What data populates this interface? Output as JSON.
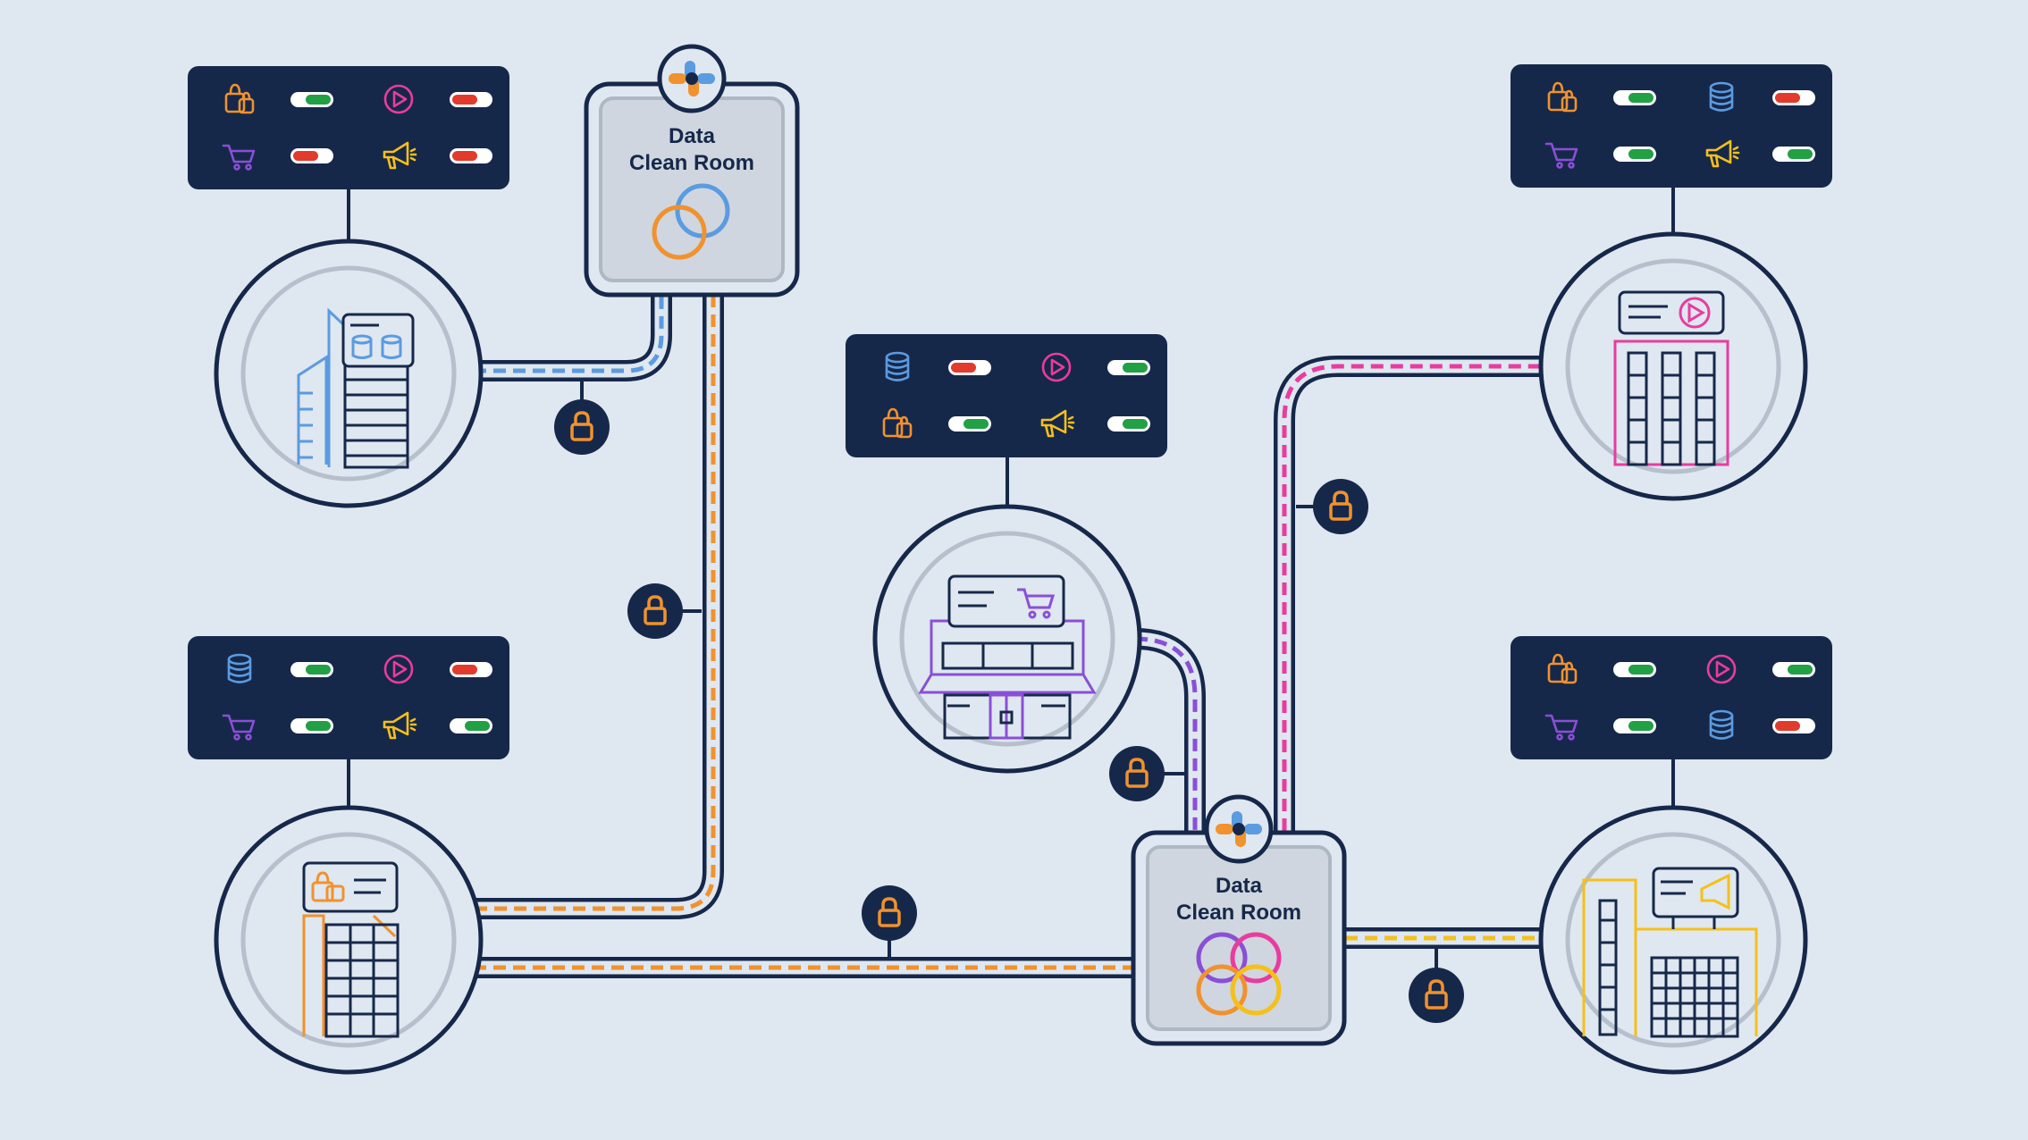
{
  "colors": {
    "background": "#dfe7f0",
    "navy": "#16284a",
    "blue": "#5b9be0",
    "orange": "#f0922e",
    "pink": "#e83c9f",
    "purple": "#8a4fd6",
    "yellow": "#f5c019",
    "toggle_on": "#21a044",
    "toggle_off": "#e23a2c"
  },
  "clean_rooms": [
    {
      "id": "room-top",
      "line1": "Data",
      "line2": "Clean Room"
    },
    {
      "id": "room-bottom",
      "line1": "Data",
      "line2": "Clean Room"
    }
  ],
  "panels": [
    {
      "id": "panel-top-left",
      "rows": [
        [
          {
            "icon": "shopping-bag-icon",
            "toggle": "on"
          },
          {
            "icon": "play-icon",
            "toggle": "off"
          }
        ],
        [
          {
            "icon": "cart-icon",
            "toggle": "off"
          },
          {
            "icon": "megaphone-icon",
            "toggle": "off"
          }
        ]
      ]
    },
    {
      "id": "panel-bottom-left",
      "rows": [
        [
          {
            "icon": "database-icon",
            "toggle": "on"
          },
          {
            "icon": "play-icon",
            "toggle": "off"
          }
        ],
        [
          {
            "icon": "cart-icon",
            "toggle": "on"
          },
          {
            "icon": "megaphone-icon",
            "toggle": "on"
          }
        ]
      ]
    },
    {
      "id": "panel-center",
      "rows": [
        [
          {
            "icon": "database-icon",
            "toggle": "off"
          },
          {
            "icon": "play-icon",
            "toggle": "on"
          }
        ],
        [
          {
            "icon": "shopping-bag-icon",
            "toggle": "on"
          },
          {
            "icon": "megaphone-icon",
            "toggle": "on"
          }
        ]
      ]
    },
    {
      "id": "panel-top-right",
      "rows": [
        [
          {
            "icon": "shopping-bag-icon",
            "toggle": "on"
          },
          {
            "icon": "database-icon",
            "toggle": "off"
          }
        ],
        [
          {
            "icon": "cart-icon",
            "toggle": "on"
          },
          {
            "icon": "megaphone-icon",
            "toggle": "on"
          }
        ]
      ]
    },
    {
      "id": "panel-bottom-right",
      "rows": [
        [
          {
            "icon": "shopping-bag-icon",
            "toggle": "on"
          },
          {
            "icon": "play-icon",
            "toggle": "on"
          }
        ],
        [
          {
            "icon": "cart-icon",
            "toggle": "on"
          },
          {
            "icon": "database-icon",
            "toggle": "off"
          }
        ]
      ]
    }
  ],
  "companies": [
    {
      "id": "company-database-office",
      "color": "blue"
    },
    {
      "id": "company-retail-office",
      "color": "orange"
    },
    {
      "id": "company-storefront",
      "color": "purple"
    },
    {
      "id": "company-media-building",
      "color": "pink"
    },
    {
      "id": "company-advertiser-building",
      "color": "yellow"
    }
  ],
  "locks": [
    {
      "id": "lock-blue-link"
    },
    {
      "id": "lock-orange-vertical"
    },
    {
      "id": "lock-orange-horizontal"
    },
    {
      "id": "lock-purple-link"
    },
    {
      "id": "lock-pink-link"
    },
    {
      "id": "lock-yellow-link"
    }
  ]
}
